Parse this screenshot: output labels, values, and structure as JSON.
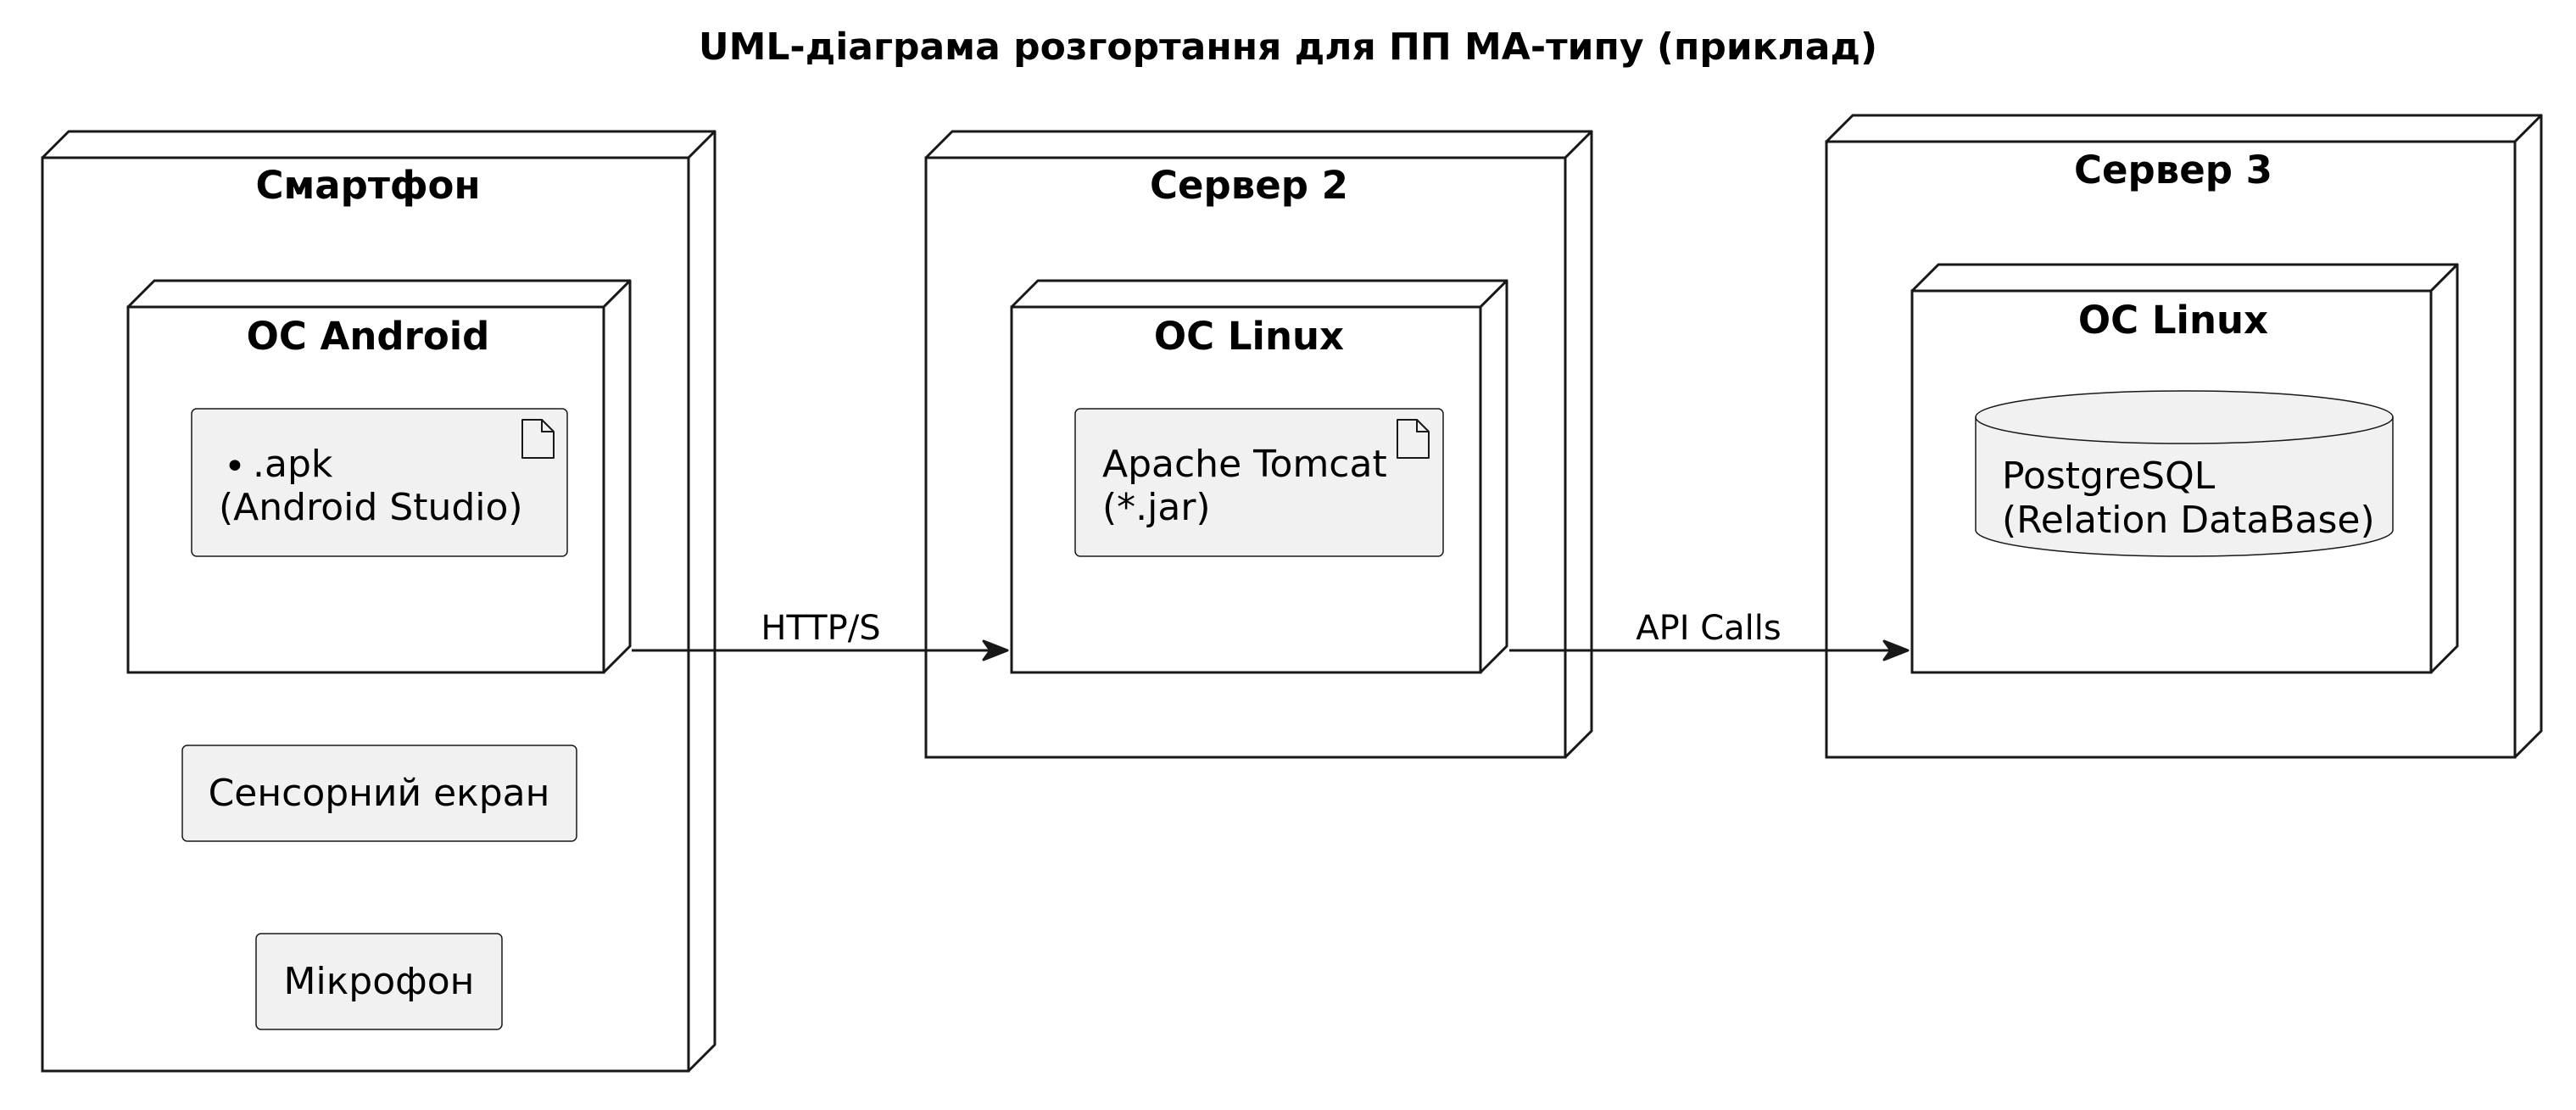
{
  "title": "UML-діаграма розгортання для ПП МА-типу (приклад)",
  "nodes": {
    "smartphone": {
      "label": "Смартфон",
      "os": {
        "label": "ОС Android",
        "artifact": {
          "bullet": "•",
          "line1": ".apk",
          "line2": "(Android Studio)"
        }
      },
      "touchscreen": "Сенсорний екран",
      "microphone": "Мікрофон"
    },
    "server2": {
      "label": "Сервер 2",
      "os": {
        "label": "ОС Linux",
        "artifact": {
          "line1": "Apache Tomcat",
          "line2": "(*.jar)"
        }
      }
    },
    "server3": {
      "label": "Сервер 3",
      "os": {
        "label": "ОС Linux",
        "database": {
          "line1": "PostgreSQL",
          "line2": "(Relation DataBase)"
        }
      }
    }
  },
  "edges": {
    "android_to_tomcat": "HTTP/S",
    "tomcat_to_postgres": "API Calls"
  },
  "colors": {
    "element_fill": "#f1f1f1",
    "stroke": "#181818",
    "background": "#ffffff"
  }
}
